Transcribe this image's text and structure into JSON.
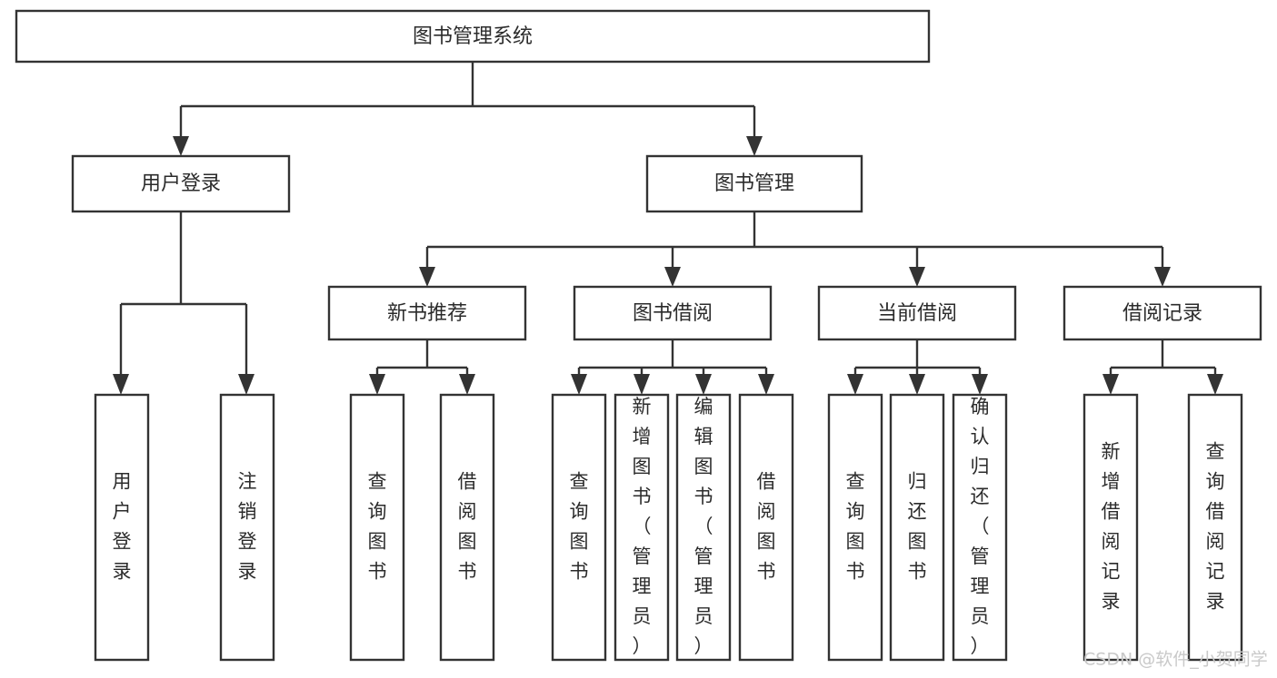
{
  "diagram": {
    "title": "图书管理系统",
    "type": "tree-hierarchy-chart",
    "orientation": "top-down",
    "colors": {
      "box_stroke": "#333333",
      "box_fill": "#ffffff",
      "text": "#2b2b2b",
      "connector": "#333333",
      "background": "#ffffff",
      "watermark": "#c9c9c9"
    },
    "root": {
      "label": "图书管理系统"
    },
    "level1": [
      {
        "label": "用户登录"
      },
      {
        "label": "图书管理"
      }
    ],
    "level2": [
      {
        "label": "新书推荐"
      },
      {
        "label": "图书借阅"
      },
      {
        "label": "当前借阅"
      },
      {
        "label": "借阅记录"
      }
    ],
    "leaves": {
      "user_login": [
        {
          "label": "用户登录"
        },
        {
          "label": "注销登录"
        }
      ],
      "new_book_recommend": [
        {
          "label": "查询图书"
        },
        {
          "label": "借阅图书"
        }
      ],
      "book_borrow": [
        {
          "label": "查询图书"
        },
        {
          "label": "新增图书（管理员）"
        },
        {
          "label": "编辑图书（管理员）"
        },
        {
          "label": "借阅图书"
        }
      ],
      "current_borrow": [
        {
          "label": "查询图书"
        },
        {
          "label": "归还图书"
        },
        {
          "label": "确认归还（管理员）"
        }
      ],
      "borrow_record": [
        {
          "label": "新增借阅记录"
        },
        {
          "label": "查询借阅记录"
        }
      ]
    },
    "watermark": "CSDN @软件_小贺同学"
  }
}
